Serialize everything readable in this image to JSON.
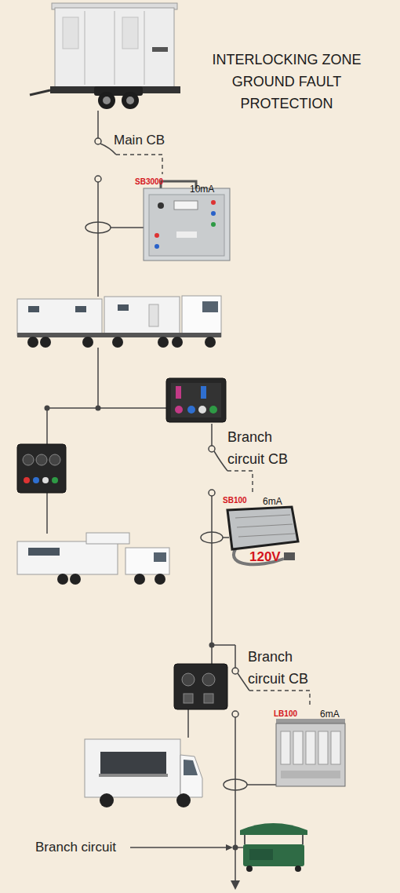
{
  "diagram": {
    "title": "INTERLOCKING ZONE GROUND FAULT PROTECTION",
    "nodes": [
      {
        "text": [
          "Main CB"
        ]
      },
      {
        "text": [
          "SB3000",
          "10mA"
        ]
      },
      {
        "text": [
          "Branch circuit CB"
        ]
      },
      {
        "text": [
          "SB100",
          "6mA",
          "120V"
        ]
      },
      {
        "text": [
          "Branch circuit CB"
        ]
      },
      {
        "text": [
          "LB100",
          "6mA"
        ]
      }
    ],
    "edges": [
      {
        "from": 0,
        "to": 1,
        "arrow": "none"
      },
      {
        "from": 2,
        "to": 3,
        "arrow": "none"
      },
      {
        "from": 4,
        "to": 5,
        "arrow": "none"
      }
    ],
    "labels": [
      "Branch circuit"
    ]
  }
}
